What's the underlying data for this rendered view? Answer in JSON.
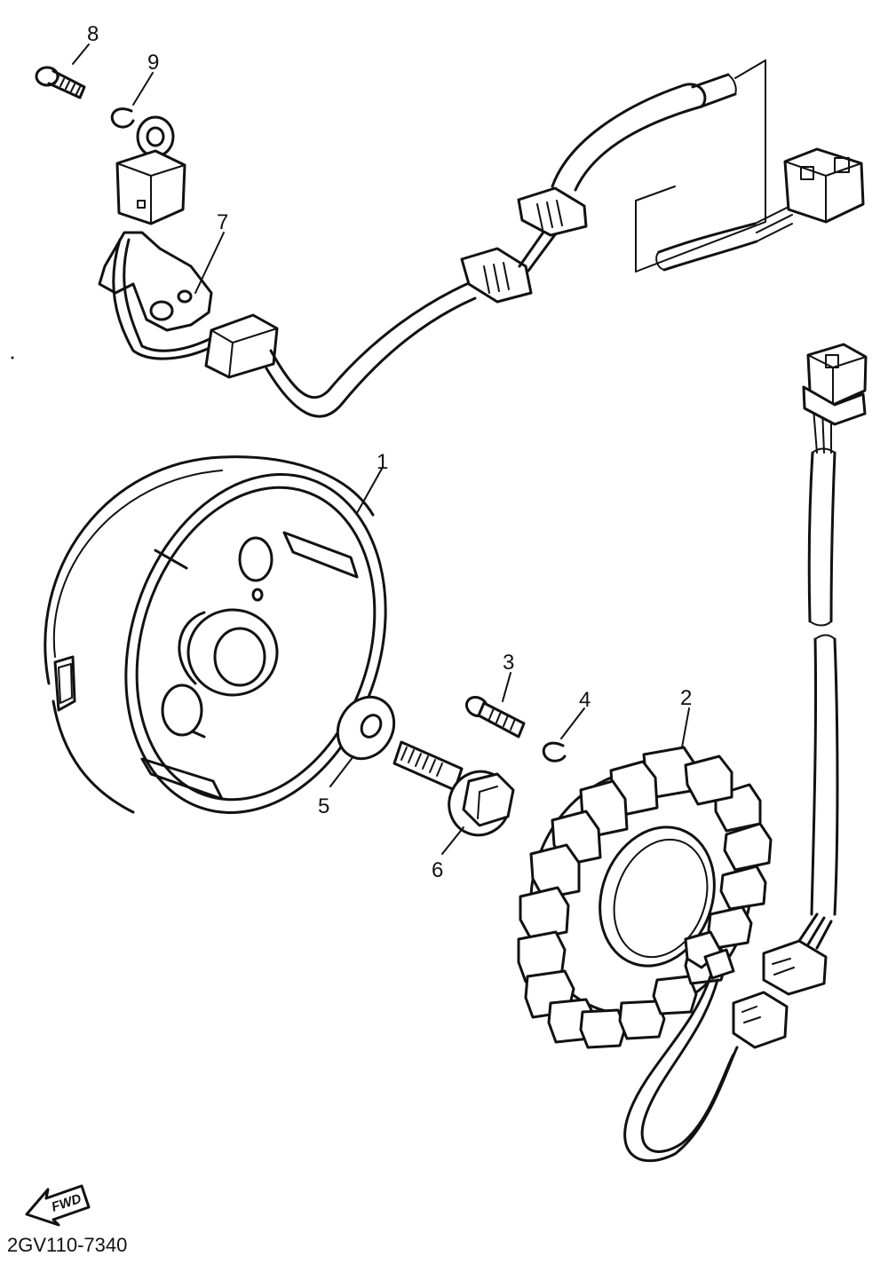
{
  "callouts": {
    "c1": "1",
    "c2": "2",
    "c3": "3",
    "c4": "4",
    "c5": "5",
    "c6": "6",
    "c7": "7",
    "c8": "8",
    "c9": "9"
  },
  "fwd_label": "FWD",
  "diagram_code": "2GV110-7340"
}
